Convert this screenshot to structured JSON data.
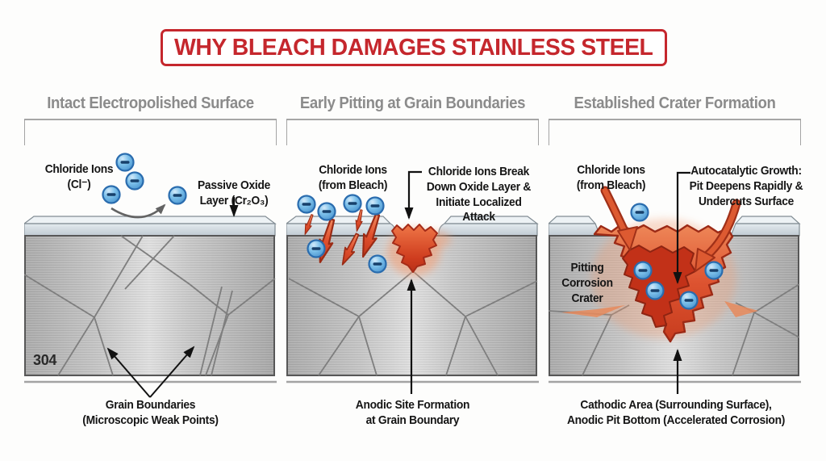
{
  "title": "WHY BLEACH DAMAGES STAINLESS STEEL",
  "colors": {
    "accent_red": "#c5272d",
    "ion_blue": "#5aa5dc",
    "corrosion_orange": "#dd5330",
    "steel_gray": "#c0c0c0",
    "header_gray": "#8b8b8b"
  },
  "panels": [
    {
      "header": "Intact Electropolished Surface",
      "labels": {
        "chloride": {
          "line1": "Chloride Ions",
          "line2": "(Cl⁻)"
        },
        "oxide": {
          "line1": "Passive Oxide",
          "line2": "Layer (Cr₂O₃)"
        },
        "grade": "304"
      },
      "caption": {
        "line1": "Grain Boundaries",
        "line2": "(Microscopic Weak Points)"
      }
    },
    {
      "header": "Early Pitting at Grain Boundaries",
      "labels": {
        "chloride": {
          "line1": "Chloride Ions",
          "line2": "(from Bleach)"
        },
        "attack": {
          "line1": "Chloride Ions Break",
          "line2": "Down Oxide Layer &",
          "line3": "Initiate Localized Attack"
        }
      },
      "caption": {
        "line1": "Anodic Site Formation",
        "line2": "at Grain Boundary"
      }
    },
    {
      "header": "Established Crater Formation",
      "labels": {
        "chloride": {
          "line1": "Chloride Ions",
          "line2": "(from Bleach)"
        },
        "growth": {
          "line1": "Autocatalytic Growth:",
          "line2": "Pit Deepens Rapidly &",
          "line3": "Undercuts Surface"
        },
        "crater": {
          "line1": "Pitting",
          "line2": "Corrosion",
          "line3": "Crater"
        }
      },
      "caption": {
        "line1": "Cathodic Area (Surrounding Surface),",
        "line2": "Anodic Pit Bottom (Accelerated Corrosion)"
      }
    }
  ]
}
